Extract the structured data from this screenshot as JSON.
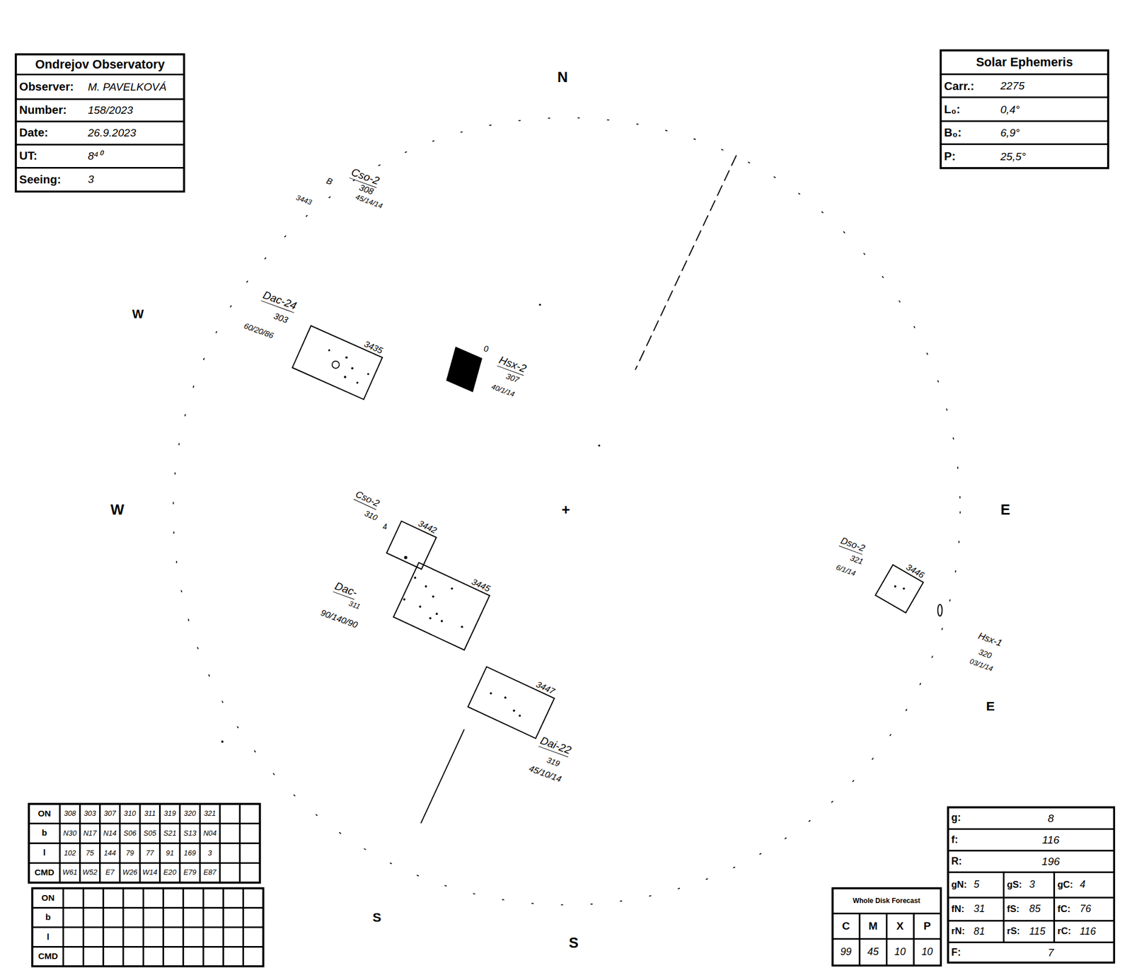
{
  "diagram": {
    "nodes": [
      {
        "text": [
          "Ondrejov Observatory",
          "Observer:",
          "M. PAVELKOVÁ",
          "Number:",
          "158/2023",
          "Date:",
          "26.9.2023",
          "UT:",
          "8⁴⁰",
          "Seeing:",
          "3"
        ]
      },
      {
        "text": [
          "Solar Ephemeris",
          "Carr.:",
          "2275",
          "L₀:",
          "0,4°",
          "B₀:",
          "6,9°",
          "P:",
          "25,5°"
        ]
      },
      {
        "text": [
          "3435"
        ]
      },
      {
        "text": [
          "3442"
        ]
      },
      {
        "text": [
          "3446"
        ]
      },
      {
        "text": [
          "3445"
        ]
      },
      {
        "text": [
          "3447"
        ]
      },
      {
        "text": [
          "ON",
          "308",
          "303",
          "307",
          "310",
          "311",
          "319",
          "320",
          "321",
          "b",
          "N30",
          "N17",
          "N14",
          "S06",
          "S05",
          "S21",
          "S13",
          "N04",
          "l",
          "102",
          "75",
          "144",
          "79",
          "77",
          "91",
          "169",
          "3",
          "CMD",
          "W61",
          "W52",
          "E7",
          "W26",
          "W14",
          "E20",
          "E79",
          "E87"
        ]
      },
      {
        "text": [
          "g:",
          "8",
          "f:",
          "116",
          "R:",
          "196",
          "gN:",
          "5",
          "gS:",
          "3",
          "gC:",
          "4",
          "fN:",
          "31",
          "fS:",
          "85",
          "fC:",
          "76",
          "rN:",
          "81",
          "rS:",
          "115",
          "rC:",
          "116",
          "F:",
          "7"
        ]
      },
      {
        "text": [
          "Whole Disk Forecast",
          "C",
          "M",
          "X",
          "P",
          "99",
          "45",
          "10",
          "10"
        ]
      },
      {
        "text": [
          "ON",
          "b",
          "l",
          "CMD"
        ]
      }
    ],
    "labels": [
      "N",
      "Cso-2",
      "308",
      "45/14/14",
      "B",
      "3443",
      "Dac-24",
      "W",
      "303",
      "60/20/86",
      "0",
      "Hsx-2",
      "307",
      "40/1/14",
      "W",
      "+",
      "E",
      "Cso-2",
      "310",
      "4",
      "Dso-2",
      "321",
      "6/1/14",
      "Dac-",
      "311",
      "90/140/90",
      "Hsx-1",
      "320",
      "03/1/14",
      "E",
      "Dai-22",
      "319",
      "45/10/14",
      "S",
      "S"
    ]
  }
}
